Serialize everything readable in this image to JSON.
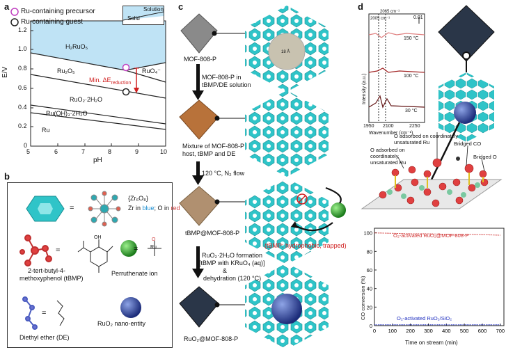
{
  "panels": {
    "a": "a",
    "b": "b",
    "c": "c",
    "d": "d"
  },
  "panel_a": {
    "legend_precursor": "Ru-containing precursor",
    "legend_guest": "Ru-containing guest",
    "inset_solution": "Solution",
    "inset_solid": "Solid",
    "region_h2ruo5": "H₂RuO₅",
    "region_ru2o5": "Ru₂O₅",
    "region_ruo4": "RuO₄⁻",
    "region_ruo2": "RuO₂·2H₂O",
    "region_ruoh3": "Ru(OH)₃·2H₂O",
    "region_ru": "Ru",
    "annotation_line1": "Min. ΔE",
    "annotation_sub": "reduction",
    "xlabel": "pH",
    "ylabel": "E/V",
    "xticks": [
      "5",
      "6",
      "7",
      "8",
      "9",
      "10"
    ],
    "yticks": [
      "0",
      "0.2",
      "0.4",
      "0.6",
      "0.8",
      "1.0",
      "1.2"
    ]
  },
  "panel_b": {
    "zr_eq": "=",
    "zr_formula": "{Zr₆O₈}",
    "zr_desc_a": "Zr in ",
    "zr_desc_blue": "blue",
    "zr_desc_b": "; O in ",
    "zr_desc_red": "red",
    "tbmp_eq": "=",
    "tbmp_name1": "2-tert-butyl-4-",
    "tbmp_name2": "methoxyphenol (tBMP)",
    "perruthenate_eq": "=",
    "perruthenate": "Perruthenate ion",
    "ruo2": "RuO₂ nano-entity",
    "de_eq": "=",
    "de": "Diethyl ether (DE)",
    "oh": "OH",
    "ru": "Ru",
    "o": "O"
  },
  "panel_c": {
    "step1": "MOF-808-P",
    "arrow1_l1": "MOF-808-P in",
    "arrow1_l2": "tBMP/DE solution",
    "step2_l1": "Mixture of MOF-808-P",
    "step2_l2": "host, tBMP and DE",
    "arrow2": "120 °C, N₂ flow",
    "step3": "tBMP@MOF-808-P",
    "trapped": "(tBMP: hydrophobic,",
    "trapped2": "trapped)",
    "arrow3_l1": "RuO₂·2H₂O formation",
    "arrow3_l2": "[tBMP with KRuO₄ (aq)]",
    "arrow3_l3": "&",
    "arrow3_l4": "dehydration (120 °C)",
    "step4": "RuO₂@MOF-808-P",
    "pore": "18 Å"
  },
  "panel_d": {
    "ir": {
      "ylabel": "Intensity (a.u.)",
      "xlabel": "Wavenumber (cm⁻¹)",
      "xticks": [
        "1950",
        "2100",
        "2250"
      ],
      "scale": "0.01",
      "peak1": "2005 cm⁻¹",
      "peak2": "2065 cm⁻¹",
      "traces": [
        "150 °C",
        "100 °C",
        "30 °C"
      ]
    },
    "labels": {
      "o_ads_cus": "O adsorbed on coordinately",
      "o_ads_cus2": "unsaturated Ru",
      "o_ads2_l1": "O adsorbed on",
      "o_ads2_l2": "coordinately",
      "o_ads2_l3": "unsaturated Ru",
      "bridged_co": "Bridged CO",
      "bridged_o": "Bridged O"
    },
    "conv": {
      "ylabel": "CO conversion (%)",
      "xlabel": "Time on stream (min)",
      "xticks": [
        "0",
        "100",
        "200",
        "300",
        "400",
        "500",
        "600",
        "700"
      ],
      "yticks": [
        "0",
        "20",
        "40",
        "60",
        "80",
        "100"
      ],
      "series1": "O₂-activated RuO₂@MOF-808-P",
      "series2": "O₂-activated RuO₂/SiO₂"
    }
  },
  "chart_data": [
    {
      "type": "line",
      "title": "",
      "xlabel": "Time on stream (min)",
      "ylabel": "CO conversion (%)",
      "xlim": [
        0,
        720
      ],
      "ylim": [
        0,
        105
      ],
      "series": [
        {
          "name": "O₂-activated RuO₂@MOF-808-P",
          "color": "#d03030",
          "x": [
            0,
            100,
            200,
            300,
            400,
            500,
            600,
            700
          ],
          "y": [
            100,
            99.5,
            99,
            99,
            98.5,
            98.5,
            98,
            97.5
          ]
        },
        {
          "name": "O₂-activated RuO₂/SiO₂",
          "color": "#2030c0",
          "x": [
            0,
            100,
            200,
            300,
            400,
            500,
            600,
            700
          ],
          "y": [
            1,
            1,
            1,
            1,
            1,
            1,
            1,
            1
          ]
        }
      ]
    }
  ],
  "colors": {
    "solution": "#bfe3f5",
    "red": "#d02020",
    "mof": "#2fc4c8",
    "precursor": "#c040c0"
  }
}
